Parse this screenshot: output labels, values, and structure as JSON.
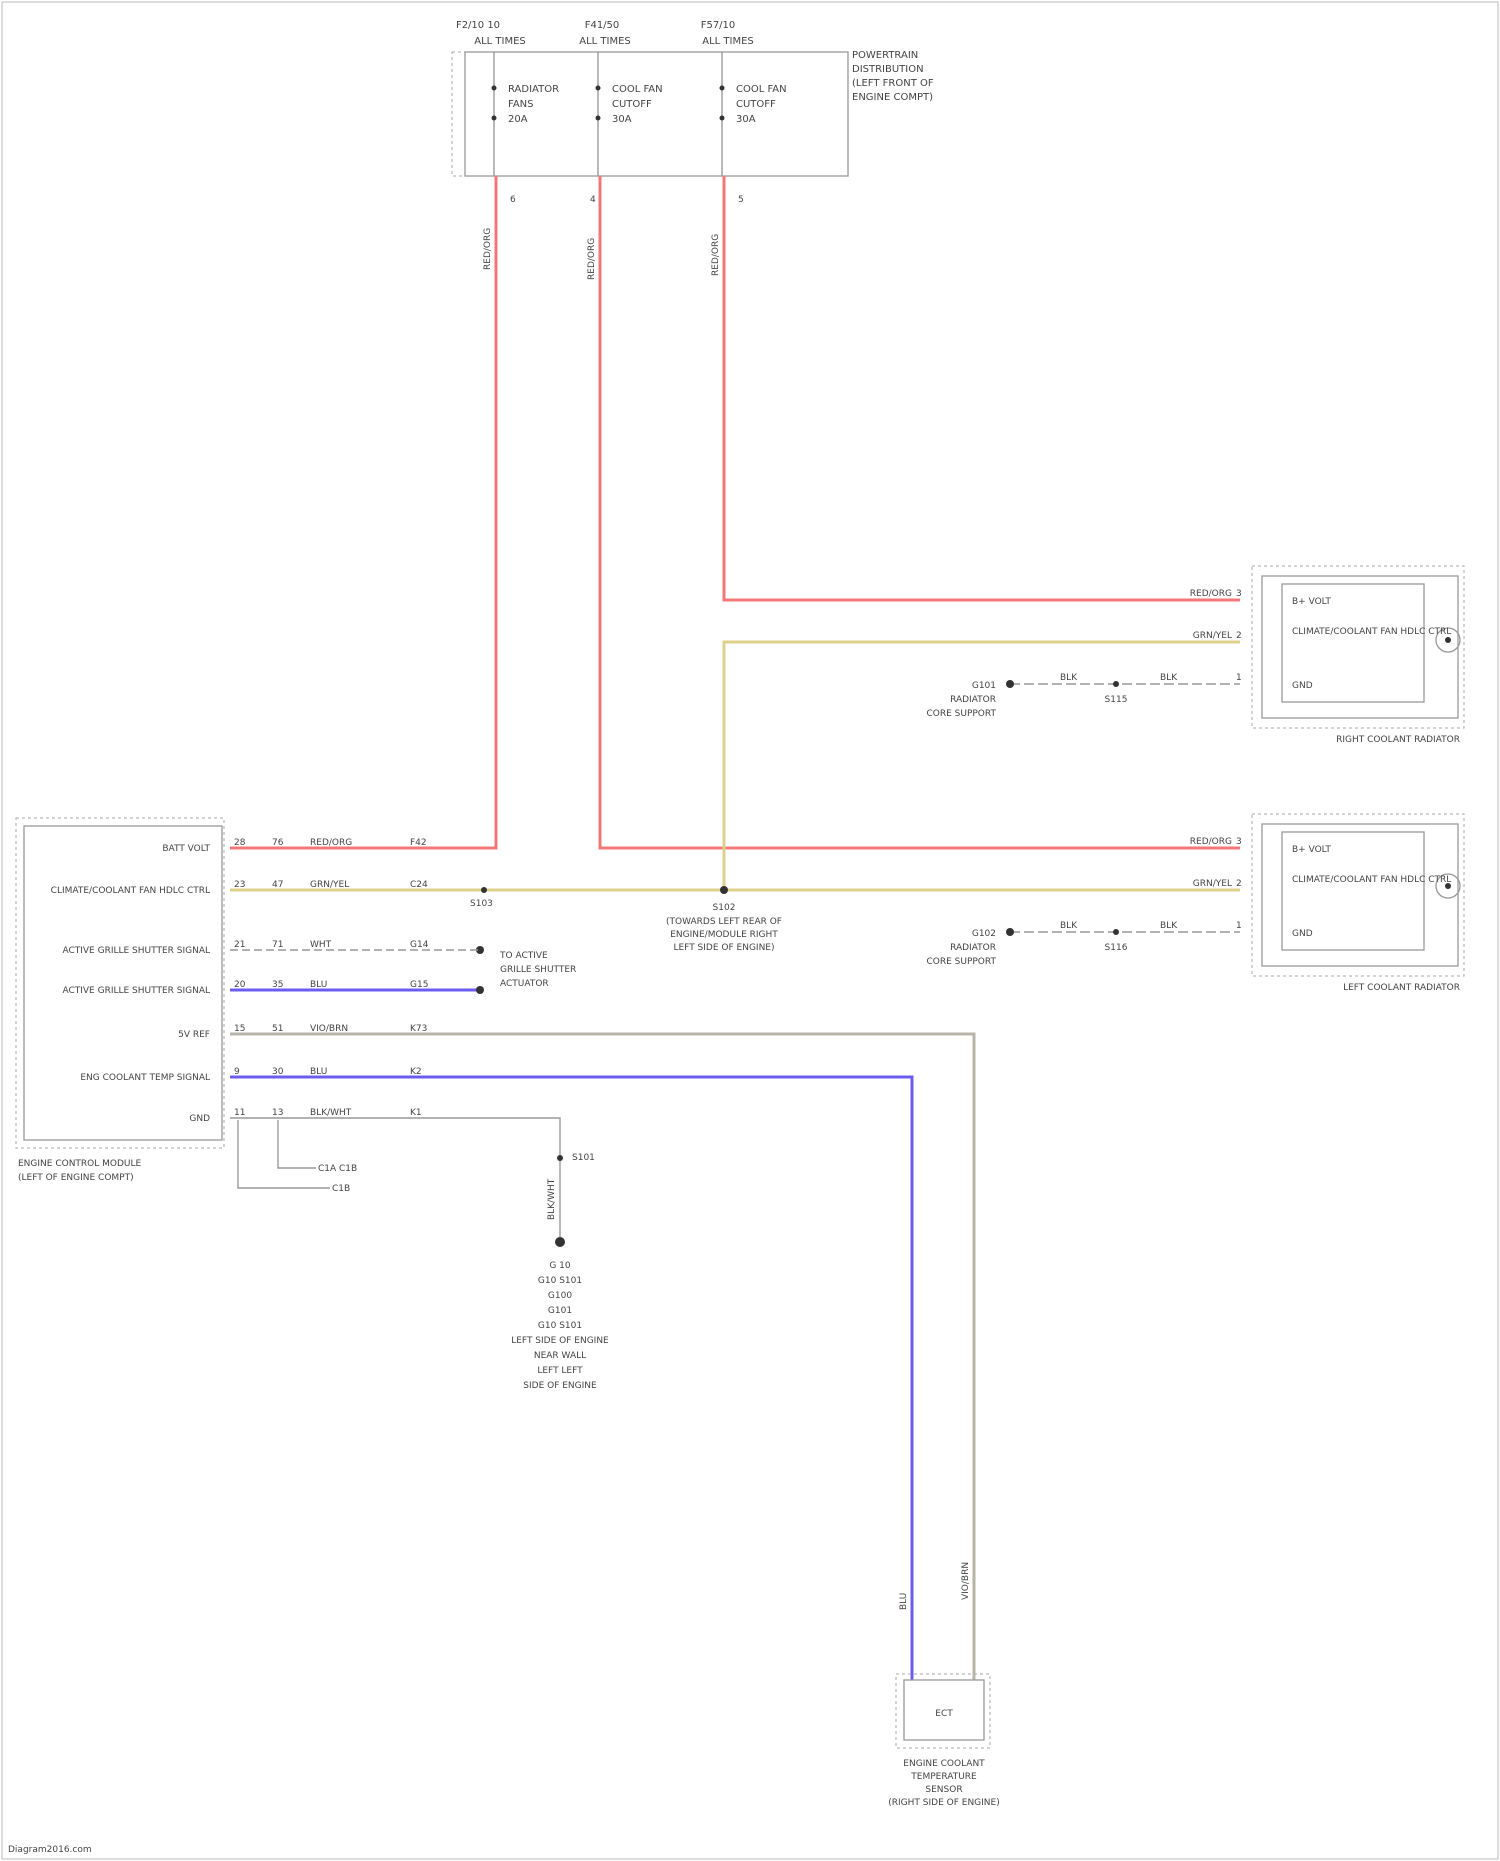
{
  "fuses": [
    {
      "id": "fuse-1",
      "rating": "F2/10 10",
      "state": "ALL TIMES",
      "text": [
        "RADIATOR",
        "FANS",
        "20A"
      ]
    },
    {
      "id": "fuse-2",
      "rating": "F41/50",
      "state": "ALL TIMES",
      "text": [
        "COOL FAN",
        "CUTOFF",
        "30A"
      ]
    },
    {
      "id": "fuse-3",
      "rating": "F57/10",
      "state": "ALL TIMES",
      "text": [
        "COOL FAN",
        "CUTOFF",
        "30A"
      ]
    }
  ],
  "fuse_box_label": [
    "POWERTRAIN",
    "DISTRIBUTION",
    "(LEFT FRONT OF",
    "ENGINE COMPT)"
  ],
  "fuse_wire_colors": [
    "RED/ORG",
    "RED/ORG",
    "RED/ORG"
  ],
  "fuse_pins": [
    "6",
    "4",
    "5"
  ],
  "right_fan": {
    "pins": [
      {
        "name": "B+ VOLT",
        "pin": "3",
        "wire": "RED/ORG"
      },
      {
        "name": "CLIMATE/COOLANT FAN HDLC CTRL",
        "pin": "2",
        "wire": "GRN/YEL"
      },
      {
        "name": "GND",
        "pin": "1",
        "wire": "BLK"
      }
    ],
    "ground_wire": "BLK",
    "splice": "S115",
    "ground_label": [
      "G101",
      "RADIATOR",
      "CORE SUPPORT"
    ],
    "caption": "RIGHT COOLANT RADIATOR"
  },
  "left_fan": {
    "pins": [
      {
        "name": "B+ VOLT",
        "pin": "3",
        "wire": "RED/ORG"
      },
      {
        "name": "CLIMATE/COOLANT FAN HDLC CTRL",
        "pin": "2",
        "wire": "GRN/YEL"
      },
      {
        "name": "GND",
        "pin": "1",
        "wire": "BLK"
      }
    ],
    "ground_wire": "BLK",
    "splice": "S116",
    "ground_label": [
      "G102",
      "RADIATOR",
      "CORE SUPPORT"
    ],
    "caption": "LEFT COOLANT RADIATOR"
  },
  "module": {
    "caption": [
      "ENGINE CONTROL MODULE",
      "(LEFT OF ENGINE COMPT)"
    ],
    "pins": [
      {
        "name": "BATT VOLT",
        "pin": "28",
        "pin2": "76",
        "wire": "RED/ORG",
        "circuit": "F42"
      },
      {
        "name": "CLIMATE/COOLANT FAN HDLC CTRL",
        "pin": "23",
        "pin2": "47",
        "wire": "GRN/YEL",
        "circuit": "C24"
      },
      {
        "name": "ACTIVE GRILLE SHUTTER SIGNAL",
        "pin": "21",
        "pin2": "71",
        "wire": "WHT",
        "circuit": "G14"
      },
      {
        "name": "ACTIVE GRILLE SHUTTER SIGNAL",
        "pin": "20",
        "pin2": "35",
        "wire": "BLU",
        "circuit": "G15"
      },
      {
        "name": "5V REF",
        "pin": "15",
        "pin2": "51",
        "wire": "VIO/BRN",
        "circuit": "K73"
      },
      {
        "name": "ENG COOLANT TEMP SIGNAL",
        "pin": "9",
        "pin2": "30",
        "wire": "BLU",
        "circuit": "K2"
      },
      {
        "name": "GND",
        "pin": "11",
        "pin2": "13",
        "wire": "BLK/WHT",
        "circuit": "K1"
      }
    ],
    "ground_labels": [
      "C1A C1B",
      "C1B"
    ]
  },
  "splice_center": "S102",
  "splice_center_label": [
    "(TOWARDS LEFT REAR OF",
    "ENGINE/MODULE RIGHT",
    "LEFT SIDE OF ENGINE)"
  ],
  "splice_left": "S103",
  "shutter_label": [
    "TO ACTIVE",
    "GRILLE SHUTTER",
    "ACTUATOR"
  ],
  "ground_splice": "S101",
  "ground_stack": [
    "G 10",
    "G10 S101",
    "G100",
    "G101",
    "G10 S101",
    "LEFT SIDE OF ENGINE",
    "NEAR WALL",
    "LEFT LEFT",
    "SIDE OF ENGINE"
  ],
  "ground_wire": "BLK/WHT",
  "sensor": {
    "caption": [
      "ENGINE COOLANT",
      "TEMPERATURE",
      "SENSOR",
      "(RIGHT SIDE OF ENGINE)"
    ],
    "wire_left": "BLU",
    "wire_right": "VIO/BRN",
    "body": "ECT"
  },
  "footer": "Diagram2016.com",
  "colors": {
    "red": "#f07878",
    "yellow": "#ddd28a",
    "blue": "#6b5cf0",
    "gray": "#b8b4a8"
  }
}
